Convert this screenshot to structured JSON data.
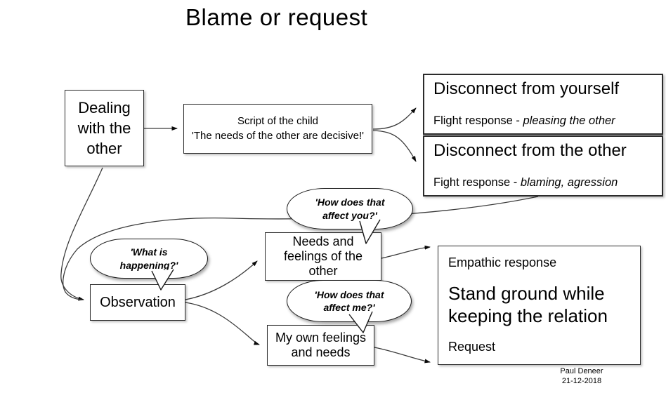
{
  "title": "Blame or request",
  "nodes": {
    "dealing": {
      "label": "Dealing with the other"
    },
    "script": {
      "title": "Script of the child",
      "quote": "'The needs of the other are decisive!'"
    },
    "disconnect_self": {
      "title": "Disconnect from yourself",
      "response_prefix": "Flight response - ",
      "response_italic": "pleasing the other"
    },
    "disconnect_other": {
      "title": "Disconnect from the other",
      "response_prefix": "Fight response - ",
      "response_italic": "blaming, agression"
    },
    "observation": {
      "label": "Observation"
    },
    "needs_other": {
      "label": "Needs and feelings of the other"
    },
    "own_feelings": {
      "label": "My own feelings and needs"
    },
    "empathic": {
      "label": "Empathic response",
      "main": "Stand ground while keeping the relation",
      "request": "Request"
    }
  },
  "bubbles": {
    "affect_you": {
      "text": "'How does that affect you?'"
    },
    "what_happening": {
      "text": "'What is happening?'"
    },
    "affect_me": {
      "text": "'How does that affect me?'"
    }
  },
  "credit": {
    "name": "Paul Deneer",
    "date": "21-12-2018"
  },
  "edges": [
    {
      "from": "dealing",
      "to": "script"
    },
    {
      "from": "script",
      "to": "disconnect_self"
    },
    {
      "from": "script",
      "to": "disconnect_other"
    },
    {
      "from": "dealing",
      "to": "observation"
    },
    {
      "from": "disconnect_other",
      "to": "observation"
    },
    {
      "from": "observation",
      "to": "needs_other"
    },
    {
      "from": "observation",
      "to": "own_feelings"
    },
    {
      "from": "needs_other",
      "to": "empathic"
    },
    {
      "from": "own_feelings",
      "to": "empathic"
    }
  ],
  "colors": {
    "ink": "#000000",
    "line": "#3a3a3a",
    "background": "#ffffff"
  }
}
